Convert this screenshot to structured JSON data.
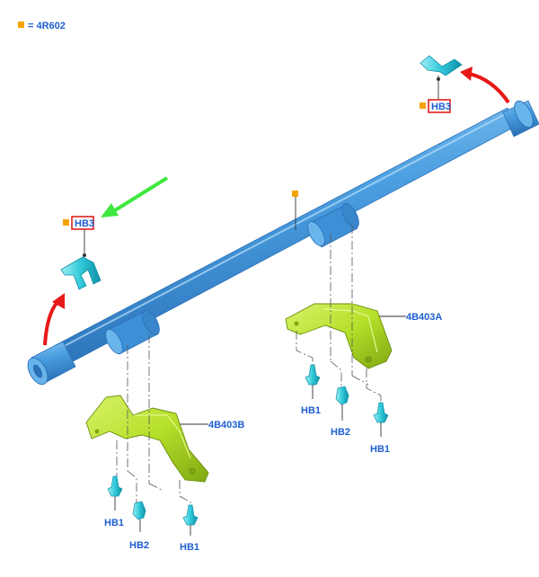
{
  "legend": {
    "marker_color": "#f5a300",
    "text": "= 4R602"
  },
  "labels": {
    "hb3_top": "HB3",
    "hb3_left": "HB3",
    "bracket_a": "4B403A",
    "bracket_b": "4B403B",
    "hb1_a_left": "HB1",
    "hb2_a": "HB2",
    "hb1_a_right": "HB1",
    "hb1_b_left": "HB1",
    "hb2_b": "HB2",
    "hb1_b_right": "HB1"
  },
  "colors": {
    "shaft": "#4a9ee0",
    "shaft_dark": "#2a78c0",
    "bracket": "#b6e02a",
    "bracket_dark": "#7fa812",
    "fastener": "#30c8d8",
    "label": "#1f5fd0",
    "highlight_box": "#e02020",
    "arrow_red": "#e81818",
    "arrow_green": "#3ee83e",
    "marker": "#f5a300"
  },
  "icons": [
    "red-curved-arrow-icon",
    "green-arrow-icon",
    "orange-square-marker-icon",
    "bolt-icon",
    "clip-icon"
  ]
}
